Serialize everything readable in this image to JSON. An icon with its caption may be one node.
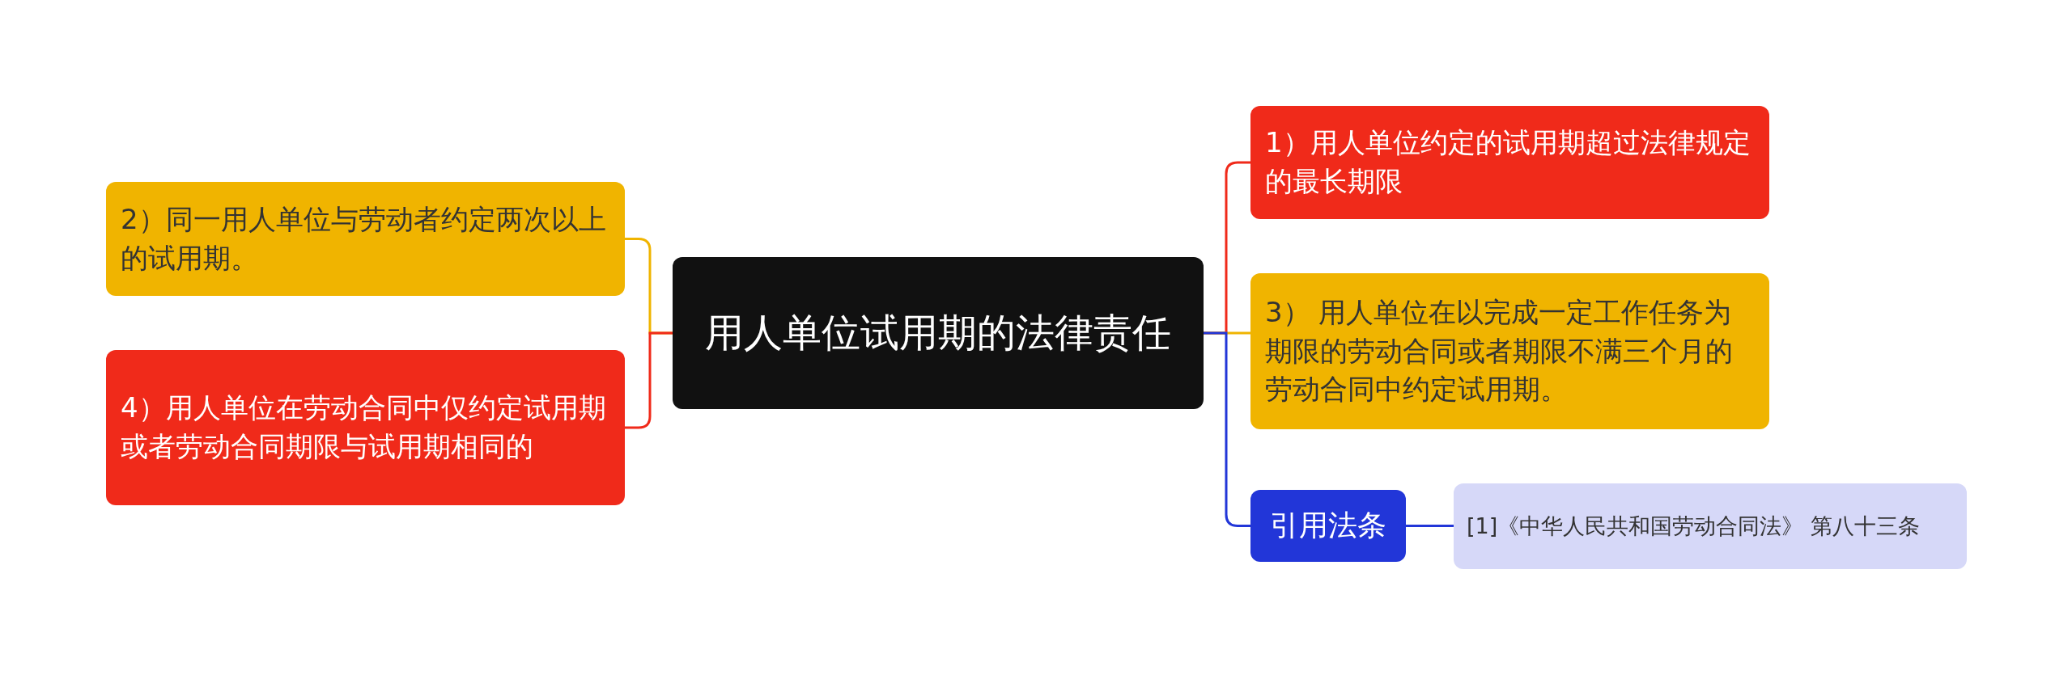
{
  "diagram": {
    "nodes": [
      {
        "text": [
          "用人单位试用期的法律责任"
        ]
      },
      {
        "text": [
          "2）同一用人单位与劳动者约定两次以上的试用期。"
        ]
      },
      {
        "text": [
          "4）用人单位在劳动合同中仅约定试用期或者劳动合同期限与试用期相同的"
        ]
      },
      {
        "text": [
          "1）用人单位约定的试用期超过法律规定的最长期限"
        ]
      },
      {
        "text": [
          "3） 用人单位在以完成一定工作任务为期限的劳动合同或者期限不满三个月的劳动合同中约定试用期。"
        ]
      },
      {
        "text": [
          "引用法条"
        ]
      },
      {
        "text": [
          "[1]《中华人民共和国劳动合同法》 第八十三条"
        ]
      }
    ],
    "edges": [
      {
        "from": 0,
        "to": 1,
        "arrow": "none",
        "color": "#f0b400"
      },
      {
        "from": 0,
        "to": 2,
        "arrow": "none",
        "color": "#f02a1a"
      },
      {
        "from": 0,
        "to": 3,
        "arrow": "none",
        "color": "#f02a1a"
      },
      {
        "from": 0,
        "to": 4,
        "arrow": "none",
        "color": "#f0b400"
      },
      {
        "from": 0,
        "to": 5,
        "arrow": "none",
        "color": "#2236d8"
      },
      {
        "from": 5,
        "to": 6,
        "arrow": "none",
        "color": "#2236d8"
      }
    ]
  }
}
